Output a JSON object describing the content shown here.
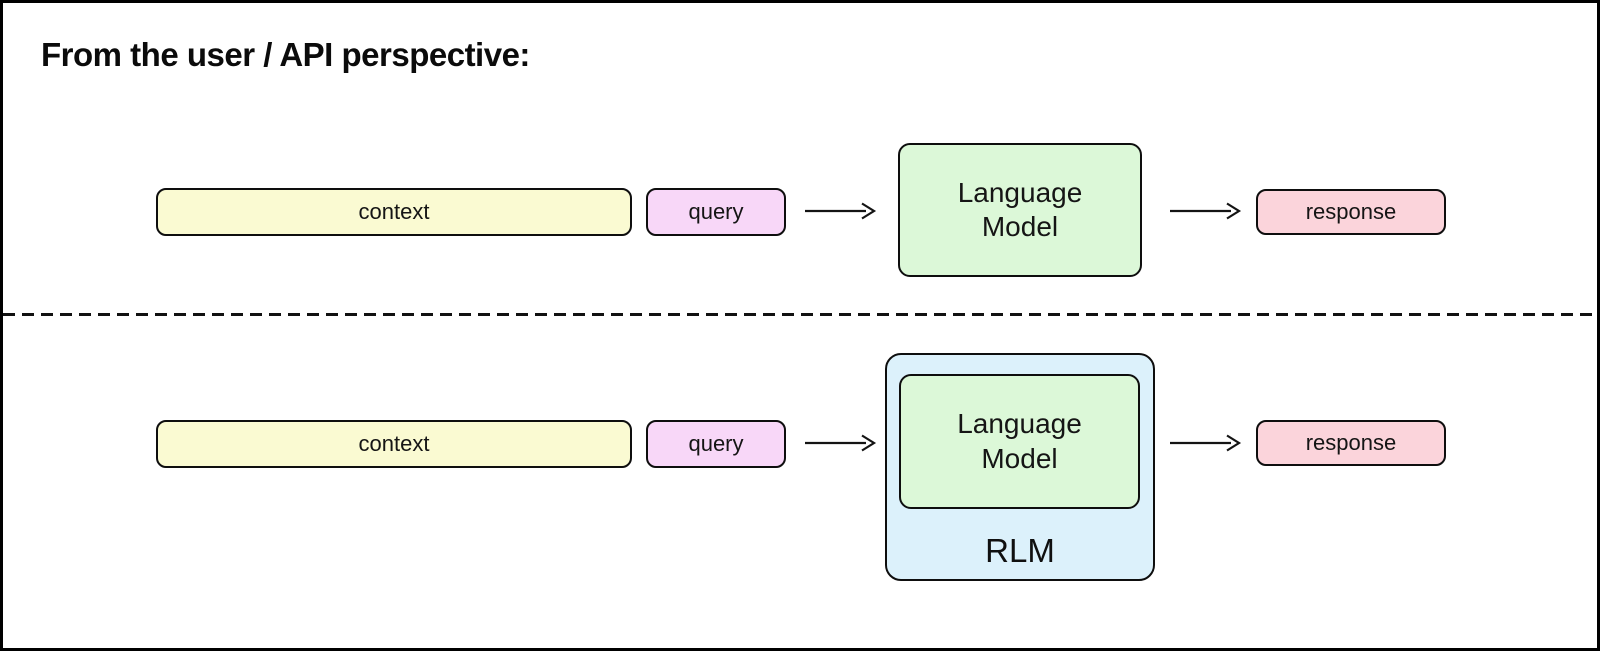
{
  "title": "From the user / API perspective:",
  "colors": {
    "context_fill": "#FAFAD2",
    "query_fill": "#F8D7F8",
    "model_fill": "#DCF8D8",
    "response_fill": "#FBD4DB",
    "rlm_fill": "#DCF1FB",
    "stroke": "#0E0E0E"
  },
  "flows": [
    {
      "name": "plain-language-model-flow",
      "context_label": "context",
      "query_label": "query",
      "model_label": "Language Model",
      "response_label": "response"
    },
    {
      "name": "rlm-wrapped-flow",
      "context_label": "context",
      "query_label": "query",
      "model_label": "Language Model",
      "wrapper_label": "RLM",
      "response_label": "response"
    }
  ]
}
